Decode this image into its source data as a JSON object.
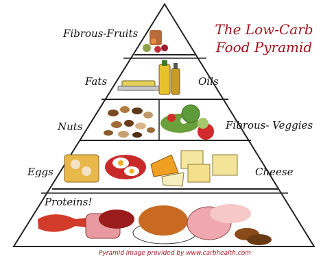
{
  "title_line1": "The Low-Carb",
  "title_line2": "Food Pyramid",
  "levels": {
    "tier1": {
      "left": "Fibrous-Fruits"
    },
    "tier2": {
      "left": "Fats",
      "right": "Oils"
    },
    "tier3": {
      "left": "Nuts",
      "right": "Fibrous- Veggies"
    },
    "tier4": {
      "left": "Eggs",
      "right": "Cheese"
    },
    "tier5": {
      "inside": "Proteins!"
    }
  },
  "credit": "Pyramid image provided by www.carbhealth.com",
  "colors": {
    "title": "#a0141c",
    "outline": "#222222",
    "credit": "#a0141c"
  }
}
